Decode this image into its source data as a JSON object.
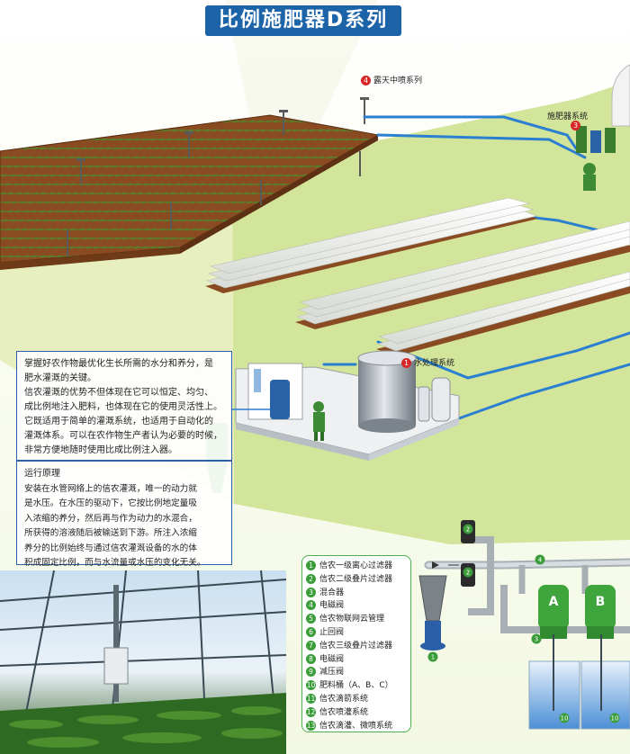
{
  "title": "比例施肥器D系列",
  "callouts": {
    "spray_system": {
      "num": "4",
      "label": "露天中喷系列"
    },
    "fertilizer_system": {
      "num": "3",
      "label": "施肥器系统"
    },
    "water_treatment": {
      "num": "1",
      "label": "水处理系统"
    }
  },
  "intro": {
    "lines": [
      "掌握好农作物最优化生长所需的水分和养分，是",
      "肥水灌溉的关键。",
      "信农灌溉的优势不但体现在它可以恒定、均匀、",
      "成比例地注入肥料，也体现在它的使用灵活性上。",
      "它既适用于简单的灌溉系统，也适用于自动化的",
      "灌溉体系。可以在农作物生产者认为必要的时候，",
      "非常方便地随时使用比成比例注入器。"
    ]
  },
  "principle": {
    "title": "运行原理",
    "lines": [
      "安装在水管网络上的信农灌溉，唯一的动力就",
      "是水压。在水压的驱动下，它按比例地定量吸",
      "入浓缩的养分，然后再与作为动力的水混合，",
      "所获得的溶液随后被输送到下游。所注入浓缩",
      "养分的比例始终与通过信农灌溉设备的水的体",
      "积成固定比例，而与水流量或水压的变化无关。"
    ]
  },
  "legend": [
    {
      "num": "1",
      "label": "信农一级离心过滤器"
    },
    {
      "num": "2",
      "label": "信农二级叠片过滤器"
    },
    {
      "num": "3",
      "label": "混合器"
    },
    {
      "num": "4",
      "label": "电磁阀"
    },
    {
      "num": "5",
      "label": "信农物联网云管理"
    },
    {
      "num": "6",
      "label": "止回阀"
    },
    {
      "num": "7",
      "label": "信农三级叠片过滤器"
    },
    {
      "num": "8",
      "label": "电磁阀"
    },
    {
      "num": "9",
      "label": "减压阀"
    },
    {
      "num": "10",
      "label": "肥料桶（A、B、C）"
    },
    {
      "num": "11",
      "label": "信农滴箭系统"
    },
    {
      "num": "12",
      "label": "信农喷灌系统"
    },
    {
      "num": "13",
      "label": "信农滴灌、微喷系统"
    }
  ],
  "injectors": {
    "a": "A",
    "b": "B"
  },
  "diagram_markers": [
    "1",
    "2",
    "3",
    "4",
    "10"
  ],
  "colors": {
    "title_bg": "#1d63a8",
    "field_green": "#d3e59a",
    "soil": "#8a4a22",
    "pipe": "#2a7fd1",
    "legend_green": "#3a9d3a",
    "badge_red": "#d62828"
  }
}
